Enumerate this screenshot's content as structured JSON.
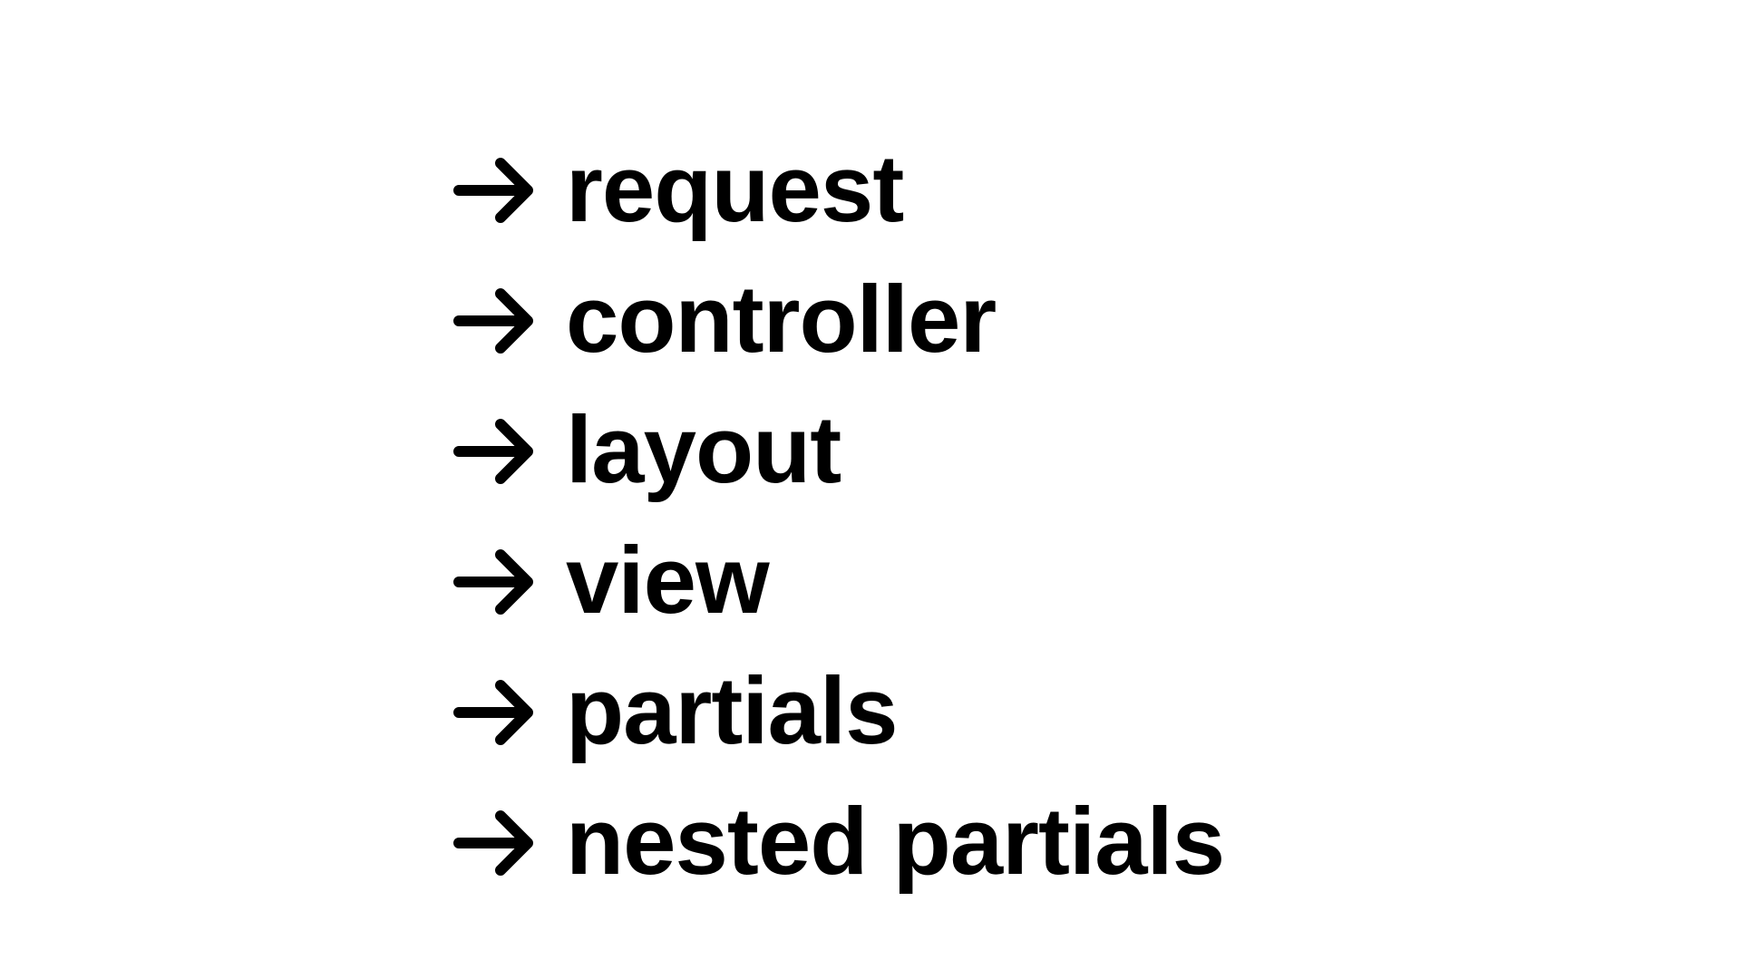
{
  "slide": {
    "arrow_icon": "arrow-right-icon",
    "text_color": "#000000",
    "background_color": "#ffffff",
    "items": [
      {
        "label": "request"
      },
      {
        "label": "controller"
      },
      {
        "label": "layout"
      },
      {
        "label": "view"
      },
      {
        "label": "partials"
      },
      {
        "label": "nested partials"
      }
    ]
  }
}
